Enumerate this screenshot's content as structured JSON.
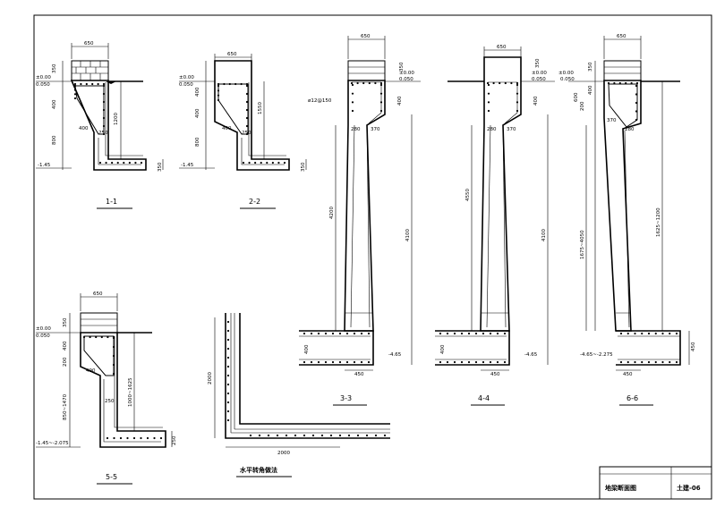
{
  "sections": {
    "s11": {
      "label": "1-1",
      "width": "650",
      "h1": "350",
      "lv0": "±0.00",
      "lv0b": "0.050",
      "d400": "400",
      "d800": "800",
      "w400": "400",
      "w250": "250",
      "h1200": "1200",
      "h350": "350",
      "lvb": "-1.45"
    },
    "s22": {
      "label": "2-2",
      "width": "650",
      "lv0": "±0.00",
      "lv0b": "0.050",
      "d400a": "400",
      "d400b": "400",
      "d800": "800",
      "w400": "400",
      "w250": "250",
      "h1550": "1550",
      "h350": "350",
      "lvb": "-1.45"
    },
    "s33": {
      "label": "3-3",
      "width": "650",
      "h350": "350",
      "lv0": "±0.00",
      "lv0b": "0.050",
      "rebar": "ø12@150",
      "d400": "400",
      "w280": "280",
      "w370": "370",
      "h4200": "4200",
      "h4100": "4100",
      "h400b": "400",
      "w450": "450",
      "lvb": "-4.65"
    },
    "s44": {
      "label": "4-4",
      "width": "650",
      "h350": "350",
      "lv0": "±0.00",
      "lv0b": "0.050",
      "d400": "400",
      "w280": "280",
      "w370": "370",
      "h4550": "4550",
      "h4100": "4100",
      "h400b": "400",
      "w450": "450",
      "lvb": "-4.65"
    },
    "s55": {
      "label": "5-5",
      "width": "650",
      "h350": "350",
      "lv0": "±0.00",
      "lv0b": "0.050",
      "d400": "400",
      "d200": "200",
      "w490": "490",
      "d850": "850~1470",
      "w250": "250",
      "h1625": "1000~1625",
      "h250": "250",
      "lvb": "-1.45~-2.075"
    },
    "s66": {
      "label": "6-6",
      "width": "650",
      "h350": "350",
      "lv0": "±0.00",
      "lv0b": "0.050",
      "d400": "400",
      "d200": "200",
      "d600": "600",
      "w370": "370",
      "w280": "280",
      "h1675": "1675~4050",
      "h1625": "1625~1200",
      "h450": "450",
      "w450": "450",
      "lvb": "-4.65~-2.275"
    }
  },
  "corner": {
    "label": "水平转角做法",
    "h2000": "2000",
    "w2000": "2000"
  },
  "title_block": {
    "title": "地梁断面图",
    "drawing_no": "土建-06"
  }
}
